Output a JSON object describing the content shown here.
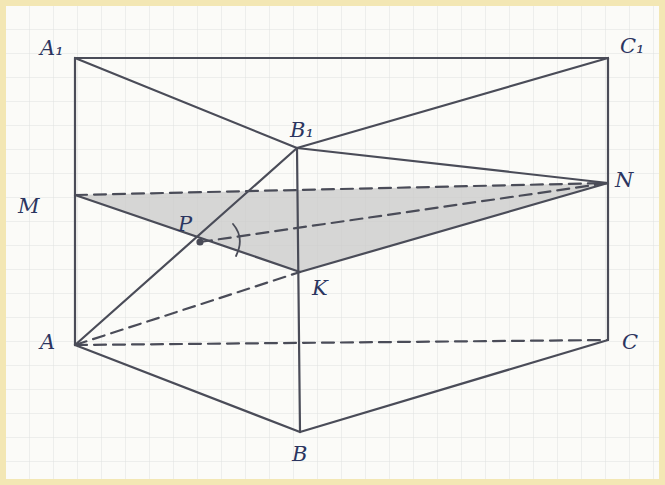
{
  "diagram": {
    "labels": [
      "A₁",
      "C₁",
      "B₁",
      "M",
      "N",
      "P",
      "K",
      "A",
      "C",
      "B"
    ]
  }
}
